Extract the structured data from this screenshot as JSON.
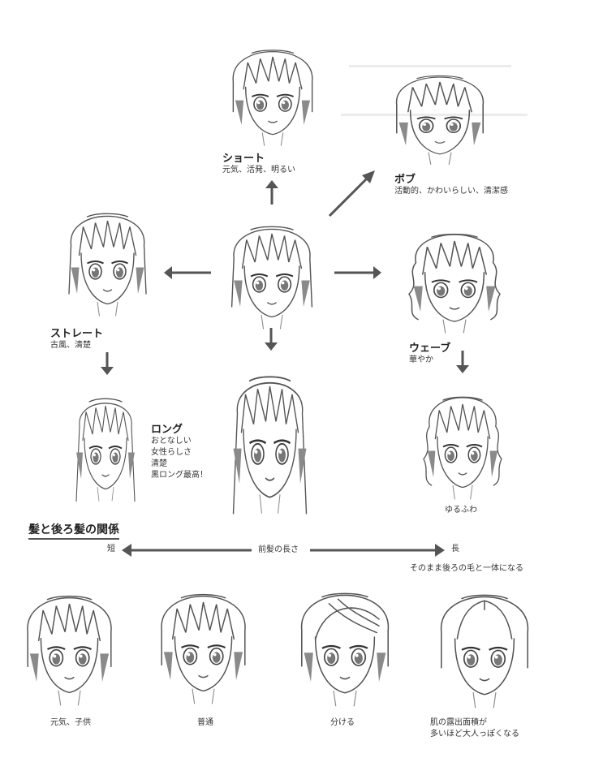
{
  "header_text": "",
  "styles": {
    "short": {
      "title": "ショート",
      "desc": "元気、活発、明るい"
    },
    "bob": {
      "title": "ボブ",
      "desc": "活動的、かわいらしい、清潔感"
    },
    "straight": {
      "title": "ストレート",
      "desc": "古風、清楚"
    },
    "wave": {
      "title": "ウェーブ",
      "desc": "華やか"
    },
    "long": {
      "title": "ロング",
      "desc_lines": [
        "おとなしい",
        "女性らしさ",
        "清楚",
        "黒ロング最高！"
      ]
    },
    "yurufuwa": {
      "caption": "ゆるふわ"
    }
  },
  "bangs_section": {
    "title": "髪と後ろ髪の関係",
    "short_label": "短",
    "axis_label": "前髪の長さ",
    "long_label": "長",
    "long_note": "そのまま後ろの毛と一体になる",
    "captions": [
      "元気、子供",
      "普通",
      "分ける"
    ],
    "last_caption_lines": [
      "肌の露出面積が",
      "多いほど大人っぽくなる"
    ]
  },
  "colors": {
    "line": "#555555",
    "hair_shadow": "#6e6e6e",
    "arrow": "#555555"
  }
}
